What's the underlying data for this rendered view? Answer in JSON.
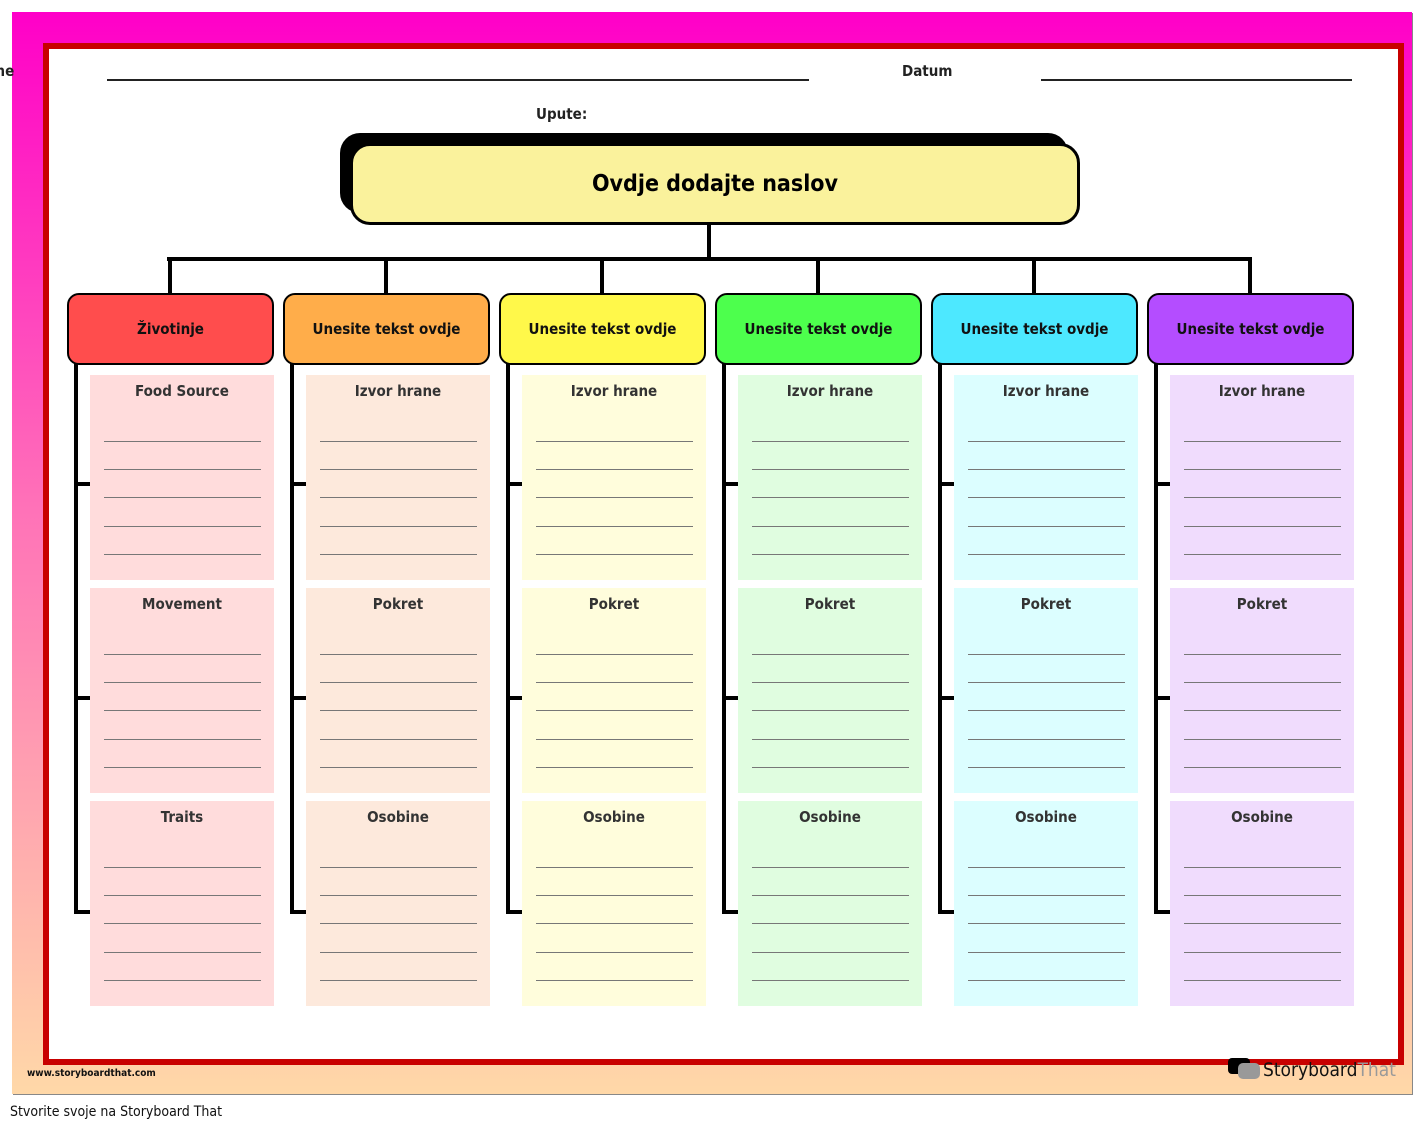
{
  "header": {
    "name_label": "Ime",
    "date_label": "Datum",
    "instructions_label": "Upute:"
  },
  "title": "Ovdje dodajte naslov",
  "columns": [
    {
      "heading": "Životinje",
      "color": "#ff4d4d",
      "bg": "#ffdcdc",
      "sections": [
        "Food Source",
        "Movement",
        "Traits"
      ]
    },
    {
      "heading": "Unesite tekst ovdje",
      "color": "#ffad4a",
      "bg": "#fde9dc",
      "sections": [
        "Izvor hrane",
        "Pokret",
        "Osobine"
      ]
    },
    {
      "heading": "Unesite tekst ovdje",
      "color": "#fff84a",
      "bg": "#fffddc",
      "sections": [
        "Izvor hrane",
        "Pokret",
        "Osobine"
      ]
    },
    {
      "heading": "Unesite tekst ovdje",
      "color": "#4dff4d",
      "bg": "#e0fde0",
      "sections": [
        "Izvor hrane",
        "Pokret",
        "Osobine"
      ]
    },
    {
      "heading": "Unesite tekst ovdje",
      "color": "#4de8ff",
      "bg": "#dcfeff",
      "sections": [
        "Izvor hrane",
        "Pokret",
        "Osobine"
      ]
    },
    {
      "heading": "Unesite tekst ovdje",
      "color": "#b44dff",
      "bg": "#f0dcfd",
      "sections": [
        "Izvor hrane",
        "Pokret",
        "Osobine"
      ]
    }
  ],
  "footer": {
    "url": "www.storyboardthat.com",
    "brand_a": "Storyboard",
    "brand_b": "That",
    "caption": "Stvorite svoje na Storyboard That"
  }
}
